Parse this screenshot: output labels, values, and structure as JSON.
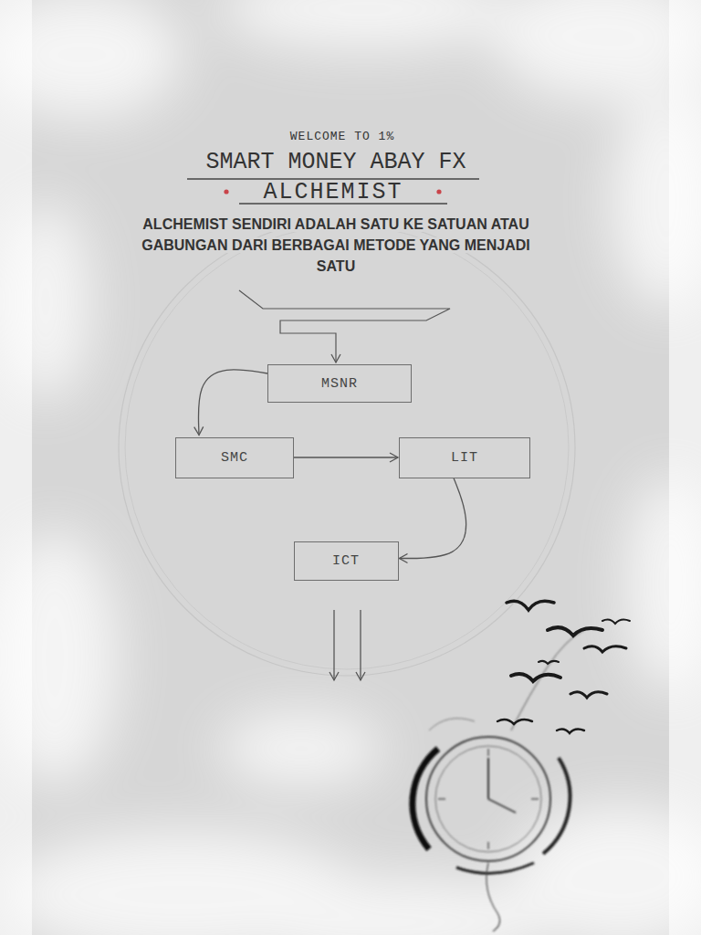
{
  "diagram": {
    "title": "SMART MONEY ABAY FX",
    "nodes": [
      {
        "text": [
          "MSNR"
        ]
      },
      {
        "text": [
          "SMC"
        ]
      },
      {
        "text": [
          "LIT"
        ]
      },
      {
        "text": [
          "ICT"
        ]
      }
    ],
    "edges": [
      {
        "from": 0,
        "to": 1,
        "arrow": "to"
      },
      {
        "from": 1,
        "to": 2,
        "arrow": "to"
      },
      {
        "from": 2,
        "to": 3,
        "arrow": "to"
      }
    ],
    "labels": [
      "WELCOME TO 1%",
      "ALCHEMIST",
      "ALCHEMIST SENDIRI ADALAH SATU KE SATUAN ATAU GABUNGAN DARI BERBAGAI METODE YANG MENJADI SATU"
    ]
  }
}
